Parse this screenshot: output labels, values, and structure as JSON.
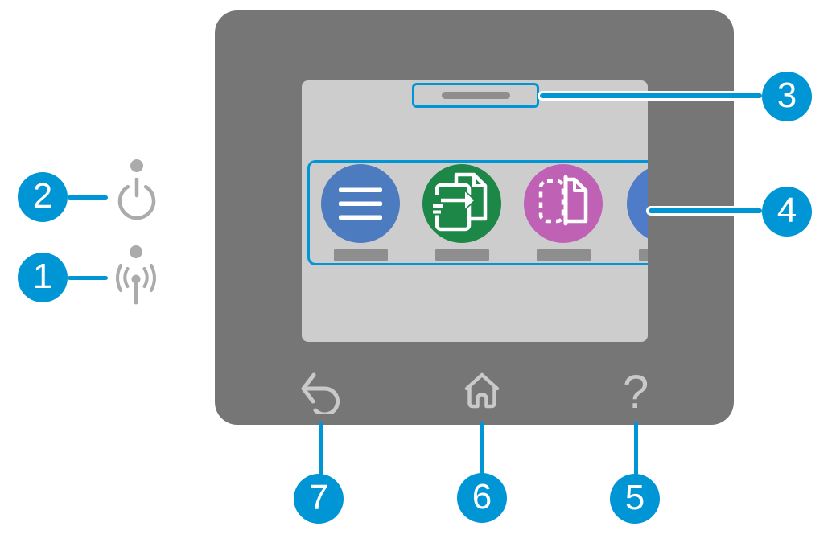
{
  "figure": {
    "name": "printer-control-panel-diagram"
  },
  "callouts": {
    "wireless_light": {
      "number": "1"
    },
    "power_light": {
      "number": "2"
    },
    "status_center": {
      "number": "3"
    },
    "apps_row": {
      "number": "4"
    },
    "help_button": {
      "number": "5"
    },
    "home_button": {
      "number": "6"
    },
    "back_button": {
      "number": "7"
    }
  },
  "icons": {
    "touchscreen_apps": [
      "menu-icon",
      "copy-icon",
      "scan-icon",
      "next-app-icon"
    ],
    "panel_lights": [
      "power-icon",
      "wireless-icon"
    ],
    "nav_buttons": [
      "back-icon",
      "home-icon",
      "help-icon"
    ]
  },
  "colors": {
    "callout_blue": "#0096D6",
    "panel_gray": "#767676",
    "screen_gray": "#CDCDCD",
    "bar_gray": "#8E8E8E",
    "menu_blue": "#4D7BBF",
    "copy_green": "#1C8747",
    "scan_magenta": "#BF62B6",
    "next_app_blue": "#4E7CC8",
    "nav_icon_gray": "#C9C9C9",
    "side_icon_gray": "#ABABAB"
  }
}
